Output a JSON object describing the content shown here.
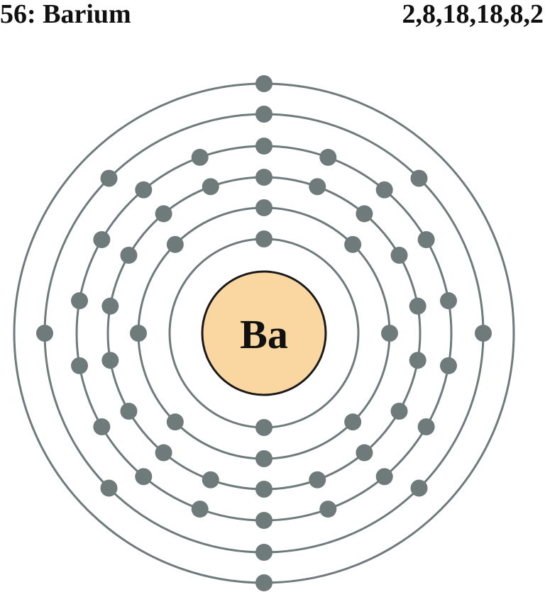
{
  "element": {
    "atomic_number_label": "56: Barium",
    "symbol": "Ba",
    "configuration": "2,8,18,18,8,2",
    "shells": [
      2,
      8,
      18,
      18,
      8,
      2
    ]
  },
  "colors": {
    "nucleus_fill": "#fad7a0",
    "nucleus_stroke": "#1a1a1a",
    "shell_stroke": "#6f7b7b",
    "electron_fill": "#6f7b7b",
    "text": "#111111"
  }
}
